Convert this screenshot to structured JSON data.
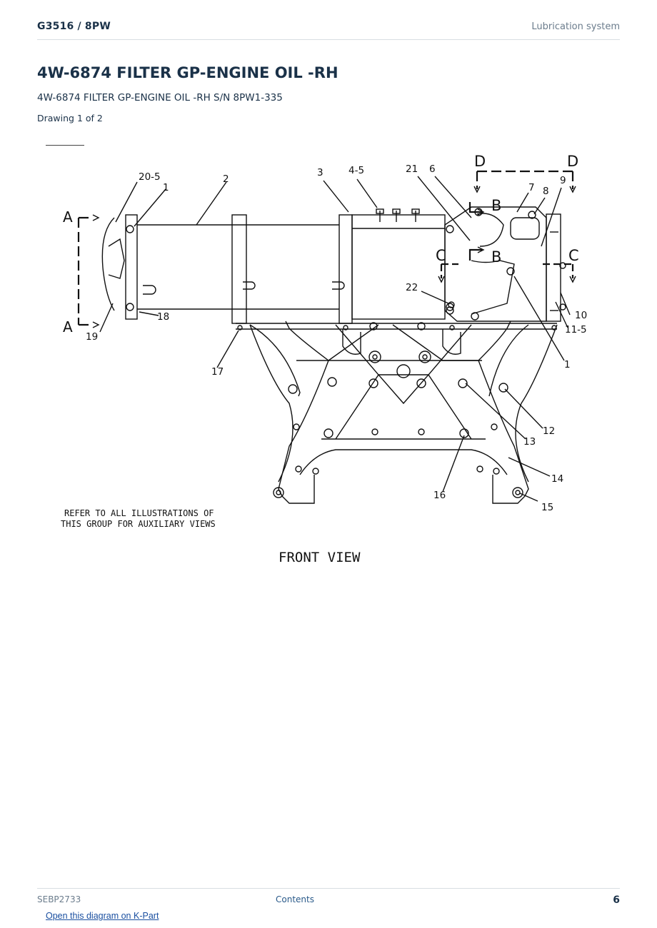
{
  "header": {
    "model": "G3516  /  8PW",
    "section": "Lubrication system"
  },
  "page": {
    "title": "4W-6874 FILTER GP-ENGINE OIL -RH",
    "subtitle": "4W-6874 FILTER GP-ENGINE OIL -RH S/N 8PW1-335",
    "drawing_index": "Drawing 1 of 2"
  },
  "diagram": {
    "view_markers": {
      "A": "A",
      "B": "B",
      "C": "C",
      "D": "D"
    },
    "callouts": {
      "c20_5": "20-5",
      "c1_top": "1",
      "c2": "2",
      "c3": "3",
      "c4_5": "4-5",
      "c21": "21",
      "c6": "6",
      "c7": "7",
      "c8": "8",
      "c9": "9",
      "c22": "22",
      "c18": "18",
      "c19": "19",
      "c17": "17",
      "c10": "10",
      "c11_5": "11-5",
      "c1_right": "1",
      "c12": "12",
      "c13": "13",
      "c14": "14",
      "c15": "15",
      "c16": "16"
    },
    "note_line1": "REFER TO ALL ILLUSTRATIONS OF",
    "note_line2": "THIS GROUP FOR AUXILIARY VIEWS",
    "view_label": "FRONT VIEW"
  },
  "footer": {
    "doc_number": "SEBP2733",
    "contents_link": "Contents",
    "page_number": "6"
  },
  "kpart_link": "Open this diagram on K-Part"
}
